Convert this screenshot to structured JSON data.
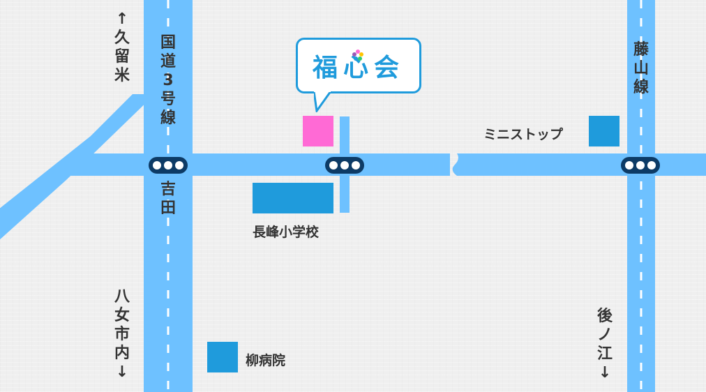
{
  "colors": {
    "road": "#6ec1ff",
    "road_center_dash": "#ffffff",
    "signal": "#0d3b66",
    "building_blue": "#1f9bdc",
    "destination_pink": "#ff6ad5",
    "bubble_border": "#1f9bdc",
    "background": "#efefef"
  },
  "logo": {
    "text": "福心会",
    "icon": "flower-icon"
  },
  "roads": {
    "route3": "国道3号線",
    "yoshida": "吉田",
    "fujiyama": "藤山線"
  },
  "directions": {
    "kurume": "↑久留米",
    "yame": "八女市内↓",
    "gonoe": "後ノ江↓"
  },
  "landmarks": {
    "ministop": "ミニストップ",
    "nagamine_school": "長峰小学校",
    "yanagi_hospital": "柳病院"
  },
  "icons": {
    "traffic_signal": "traffic-signal-icon",
    "destination": "destination-marker-icon"
  }
}
